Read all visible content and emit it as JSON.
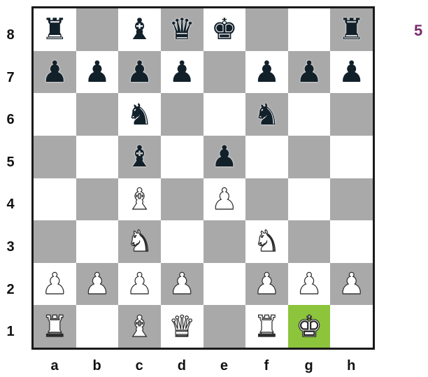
{
  "move_number": "5",
  "ranks": [
    "8",
    "7",
    "6",
    "5",
    "4",
    "3",
    "2",
    "1"
  ],
  "files": [
    "a",
    "b",
    "c",
    "d",
    "e",
    "f",
    "g",
    "h"
  ],
  "highlight_square": "g1",
  "colors": {
    "light": "#ffffff",
    "dark": "#a9a9a9",
    "highlight": "#8cc43c",
    "move_number": "#7a2a6c"
  },
  "position": {
    "a8": "r",
    "c8": "b",
    "d8": "q",
    "e8": "k",
    "h8": "r",
    "a7": "p",
    "b7": "p",
    "c7": "p",
    "d7": "p",
    "f7": "p",
    "g7": "p",
    "h7": "p",
    "c6": "n",
    "f6": "n",
    "c5": "b",
    "e5": "p",
    "c4": "B",
    "e4": "P",
    "c3": "N",
    "f3": "N",
    "a2": "P",
    "b2": "P",
    "c2": "P",
    "d2": "P",
    "f2": "P",
    "g2": "P",
    "h2": "P",
    "a1": "R",
    "c1": "B",
    "d1": "Q",
    "f1": "R",
    "g1": "K"
  }
}
